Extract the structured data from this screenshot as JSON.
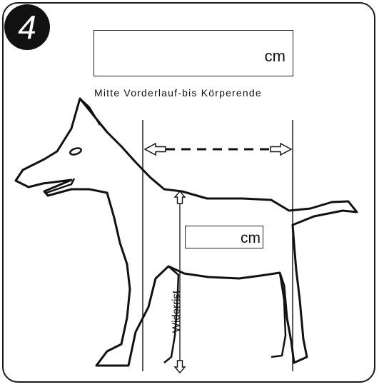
{
  "step": {
    "number": "4"
  },
  "measure_top": {
    "unit": "cm"
  },
  "caption": "Mitte Vorderlauf-bis Körperende",
  "measure_mid": {
    "unit": "cm"
  },
  "height_label": "Widerrist",
  "colors": {
    "line": "#111111",
    "badge": "#111111",
    "background": "#ffffff"
  }
}
